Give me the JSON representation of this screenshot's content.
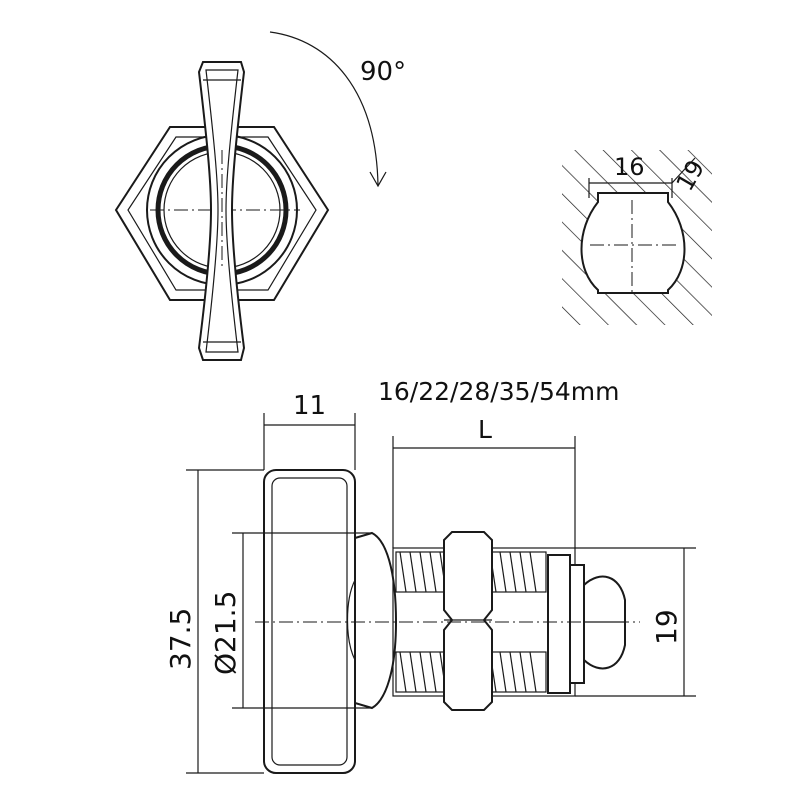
{
  "rotation": {
    "label": "90°"
  },
  "keyhole": {
    "width_label": "16",
    "height_label": "19"
  },
  "side": {
    "lengths_label": "16/22/28/35/54mm",
    "l_label": "L",
    "knob_width_label": "11",
    "overall_height_label": "37.5",
    "diameter_label": "Ø21.5",
    "body_height_label": "19"
  }
}
